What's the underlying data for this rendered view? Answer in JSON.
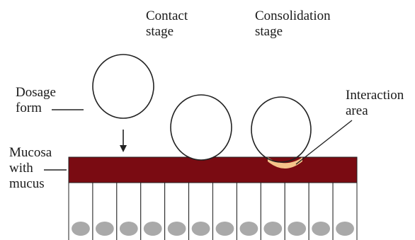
{
  "labels": {
    "contact_stage": [
      "Contact",
      "stage"
    ],
    "consolidation_stage": [
      "Consolidation",
      "stage"
    ],
    "dosage_form": [
      "Dosage",
      "form"
    ],
    "interaction_area": [
      "Interaction",
      "area"
    ],
    "mucosa": [
      "Mucosa",
      "with",
      "mucus"
    ]
  },
  "colors": {
    "mucus_layer": "#7a0b12",
    "interaction_area": "#f5c48a",
    "cell_nucleus": "#a9a9a9",
    "outline": "#222222"
  },
  "cell_count": 12
}
